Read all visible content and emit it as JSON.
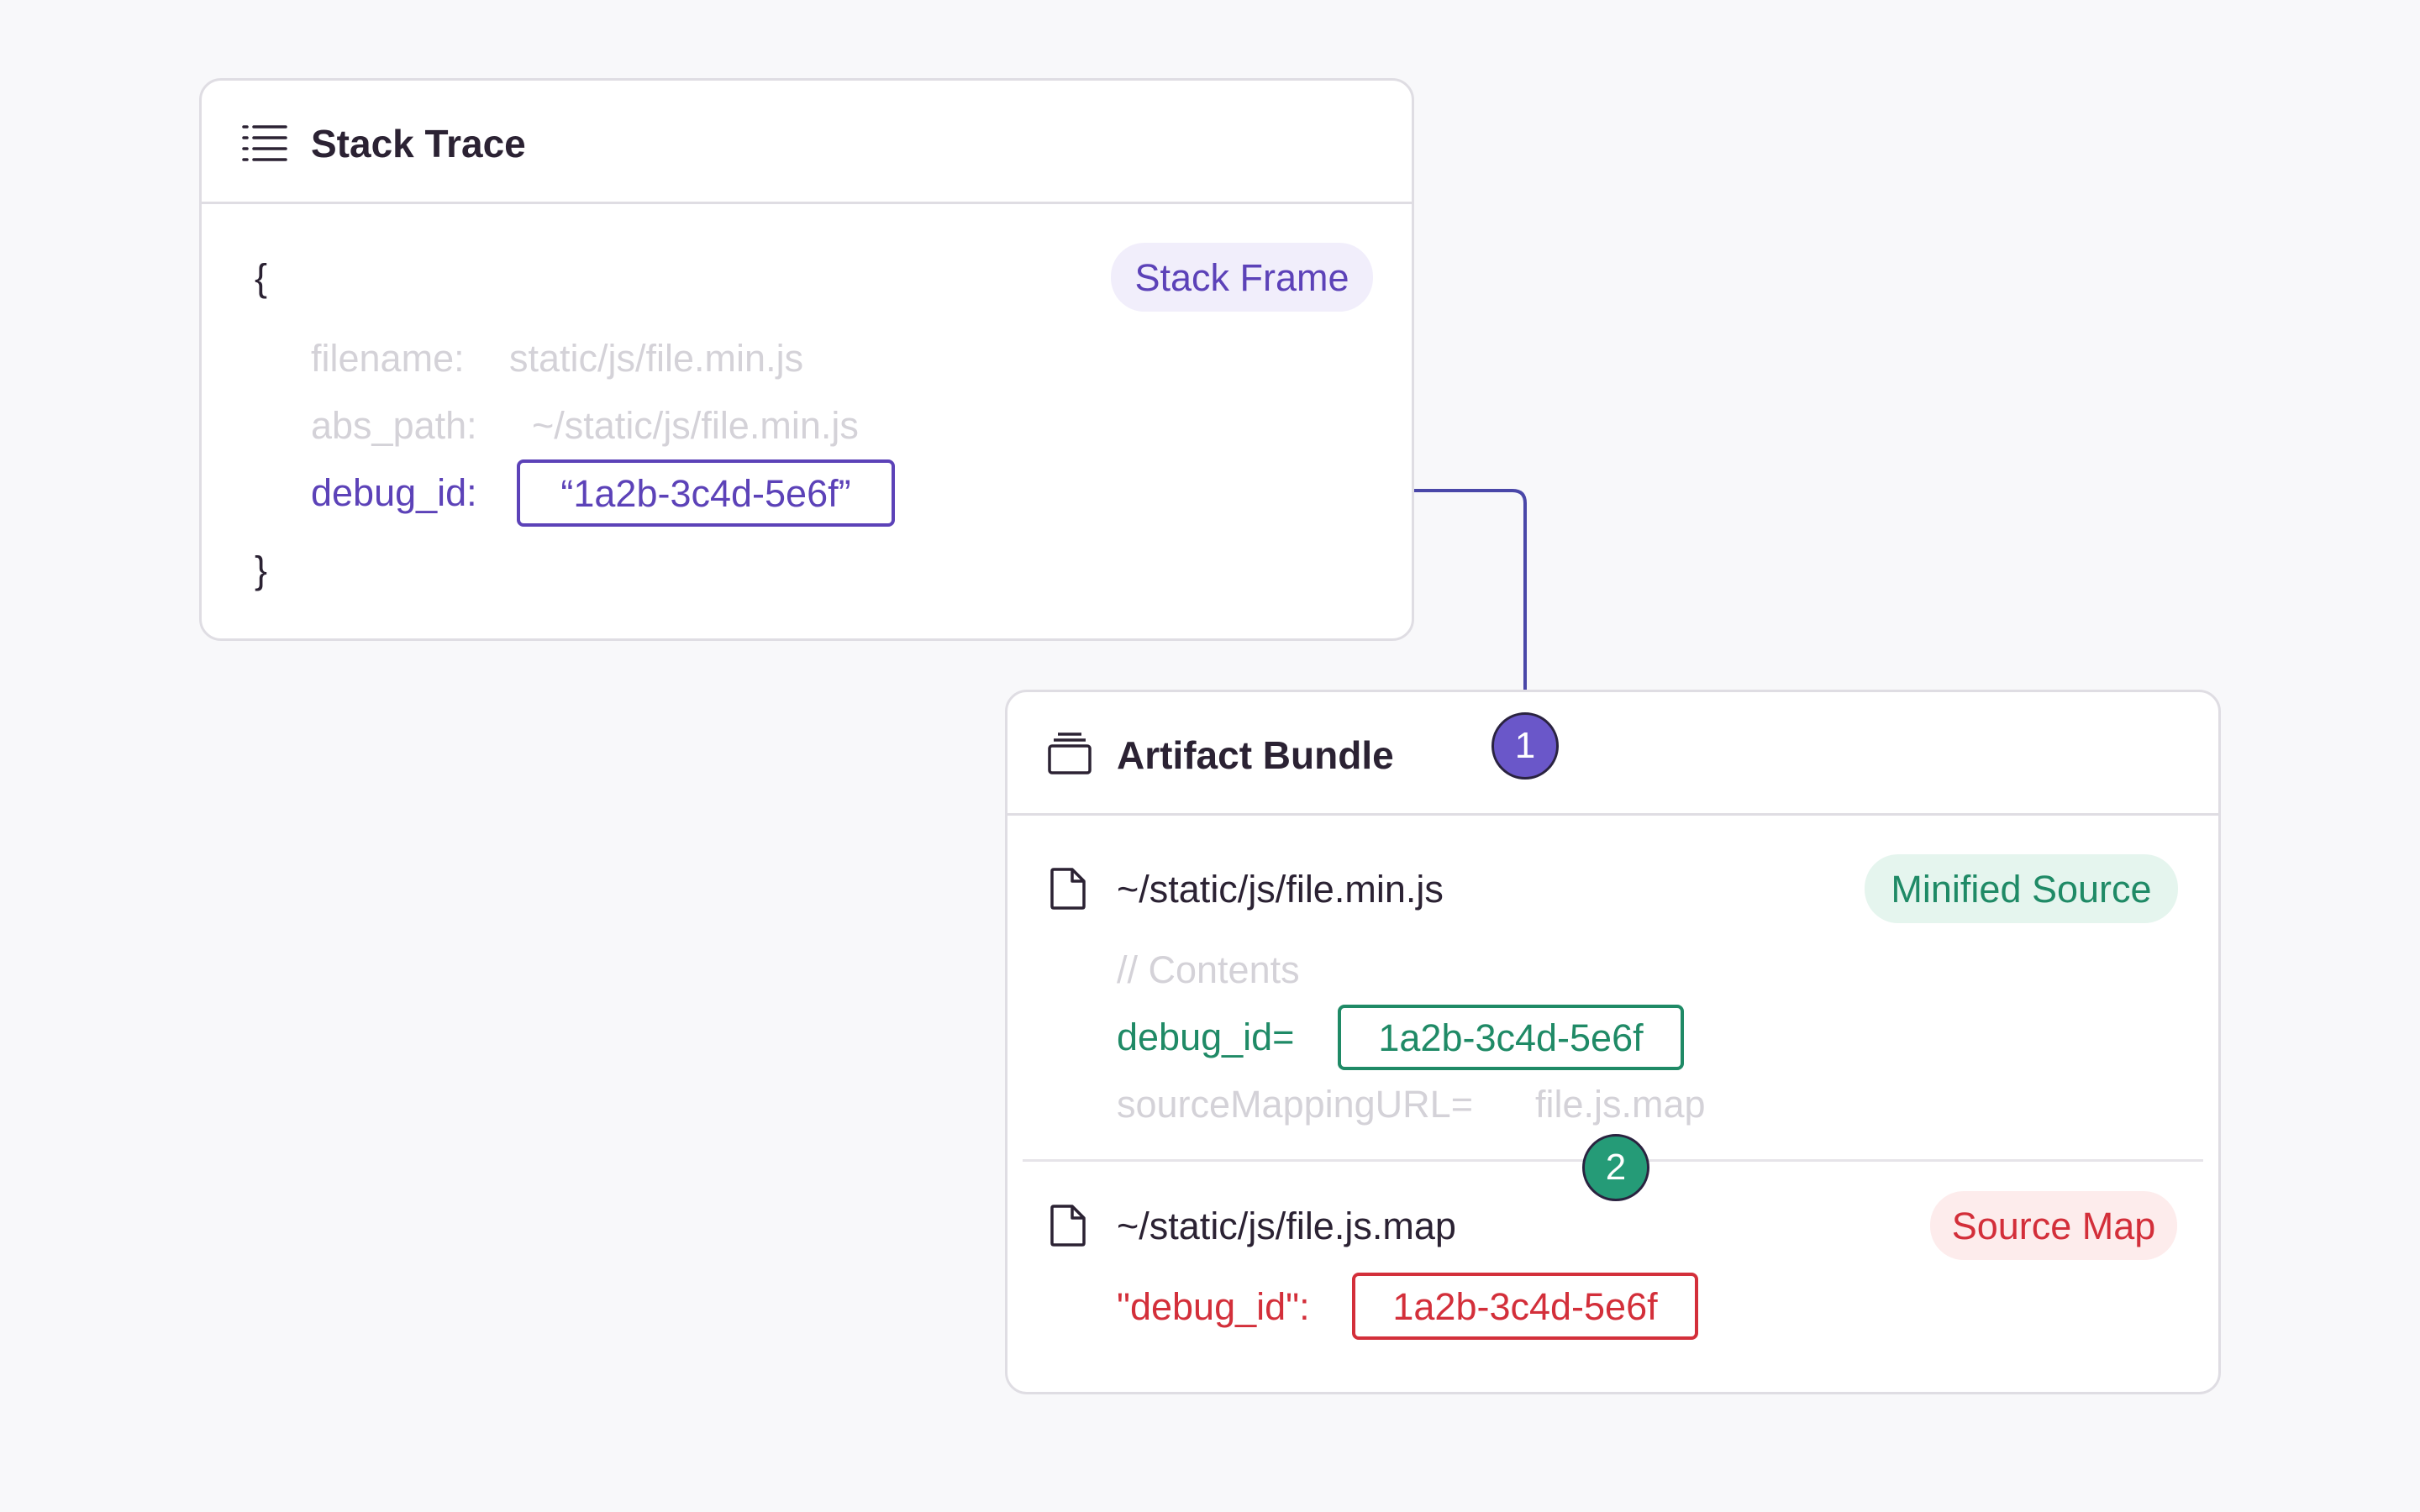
{
  "colors": {
    "stack": "#5c42b8",
    "minified": "#1f8a66",
    "sourcemap": "#d32f3a"
  },
  "stack_trace": {
    "title": "Stack Trace",
    "icon": "list-icon",
    "open_brace": "{",
    "close_brace": "}",
    "tag": "Stack Frame",
    "fields": [
      {
        "key": "filename:",
        "value": "static/js/file.min.js"
      },
      {
        "key": "abs_path:",
        "value": "~/static/js/file.min.js"
      }
    ],
    "debug_key": "debug_id:",
    "debug_value": "“1a2b-3c4d-5e6f”"
  },
  "artifact_bundle": {
    "title": "Artifact Bundle",
    "icon": "archive-box-icon",
    "minified": {
      "icon": "file-icon",
      "path": "~/static/js/file.min.js",
      "tag": "Minified Source",
      "comment": "// Contents",
      "debug_key": "debug_id=",
      "debug_value": "1a2b-3c4d-5e6f",
      "mapping_key": "sourceMappingURL=",
      "mapping_value": "file.js.map"
    },
    "sourcemap": {
      "icon": "file-icon",
      "path": "~/static/js/file.js.map",
      "tag": "Source Map",
      "debug_key": "\"debug_id\":",
      "debug_value": "1a2b-3c4d-5e6f"
    }
  },
  "steps": [
    "1",
    "2"
  ]
}
